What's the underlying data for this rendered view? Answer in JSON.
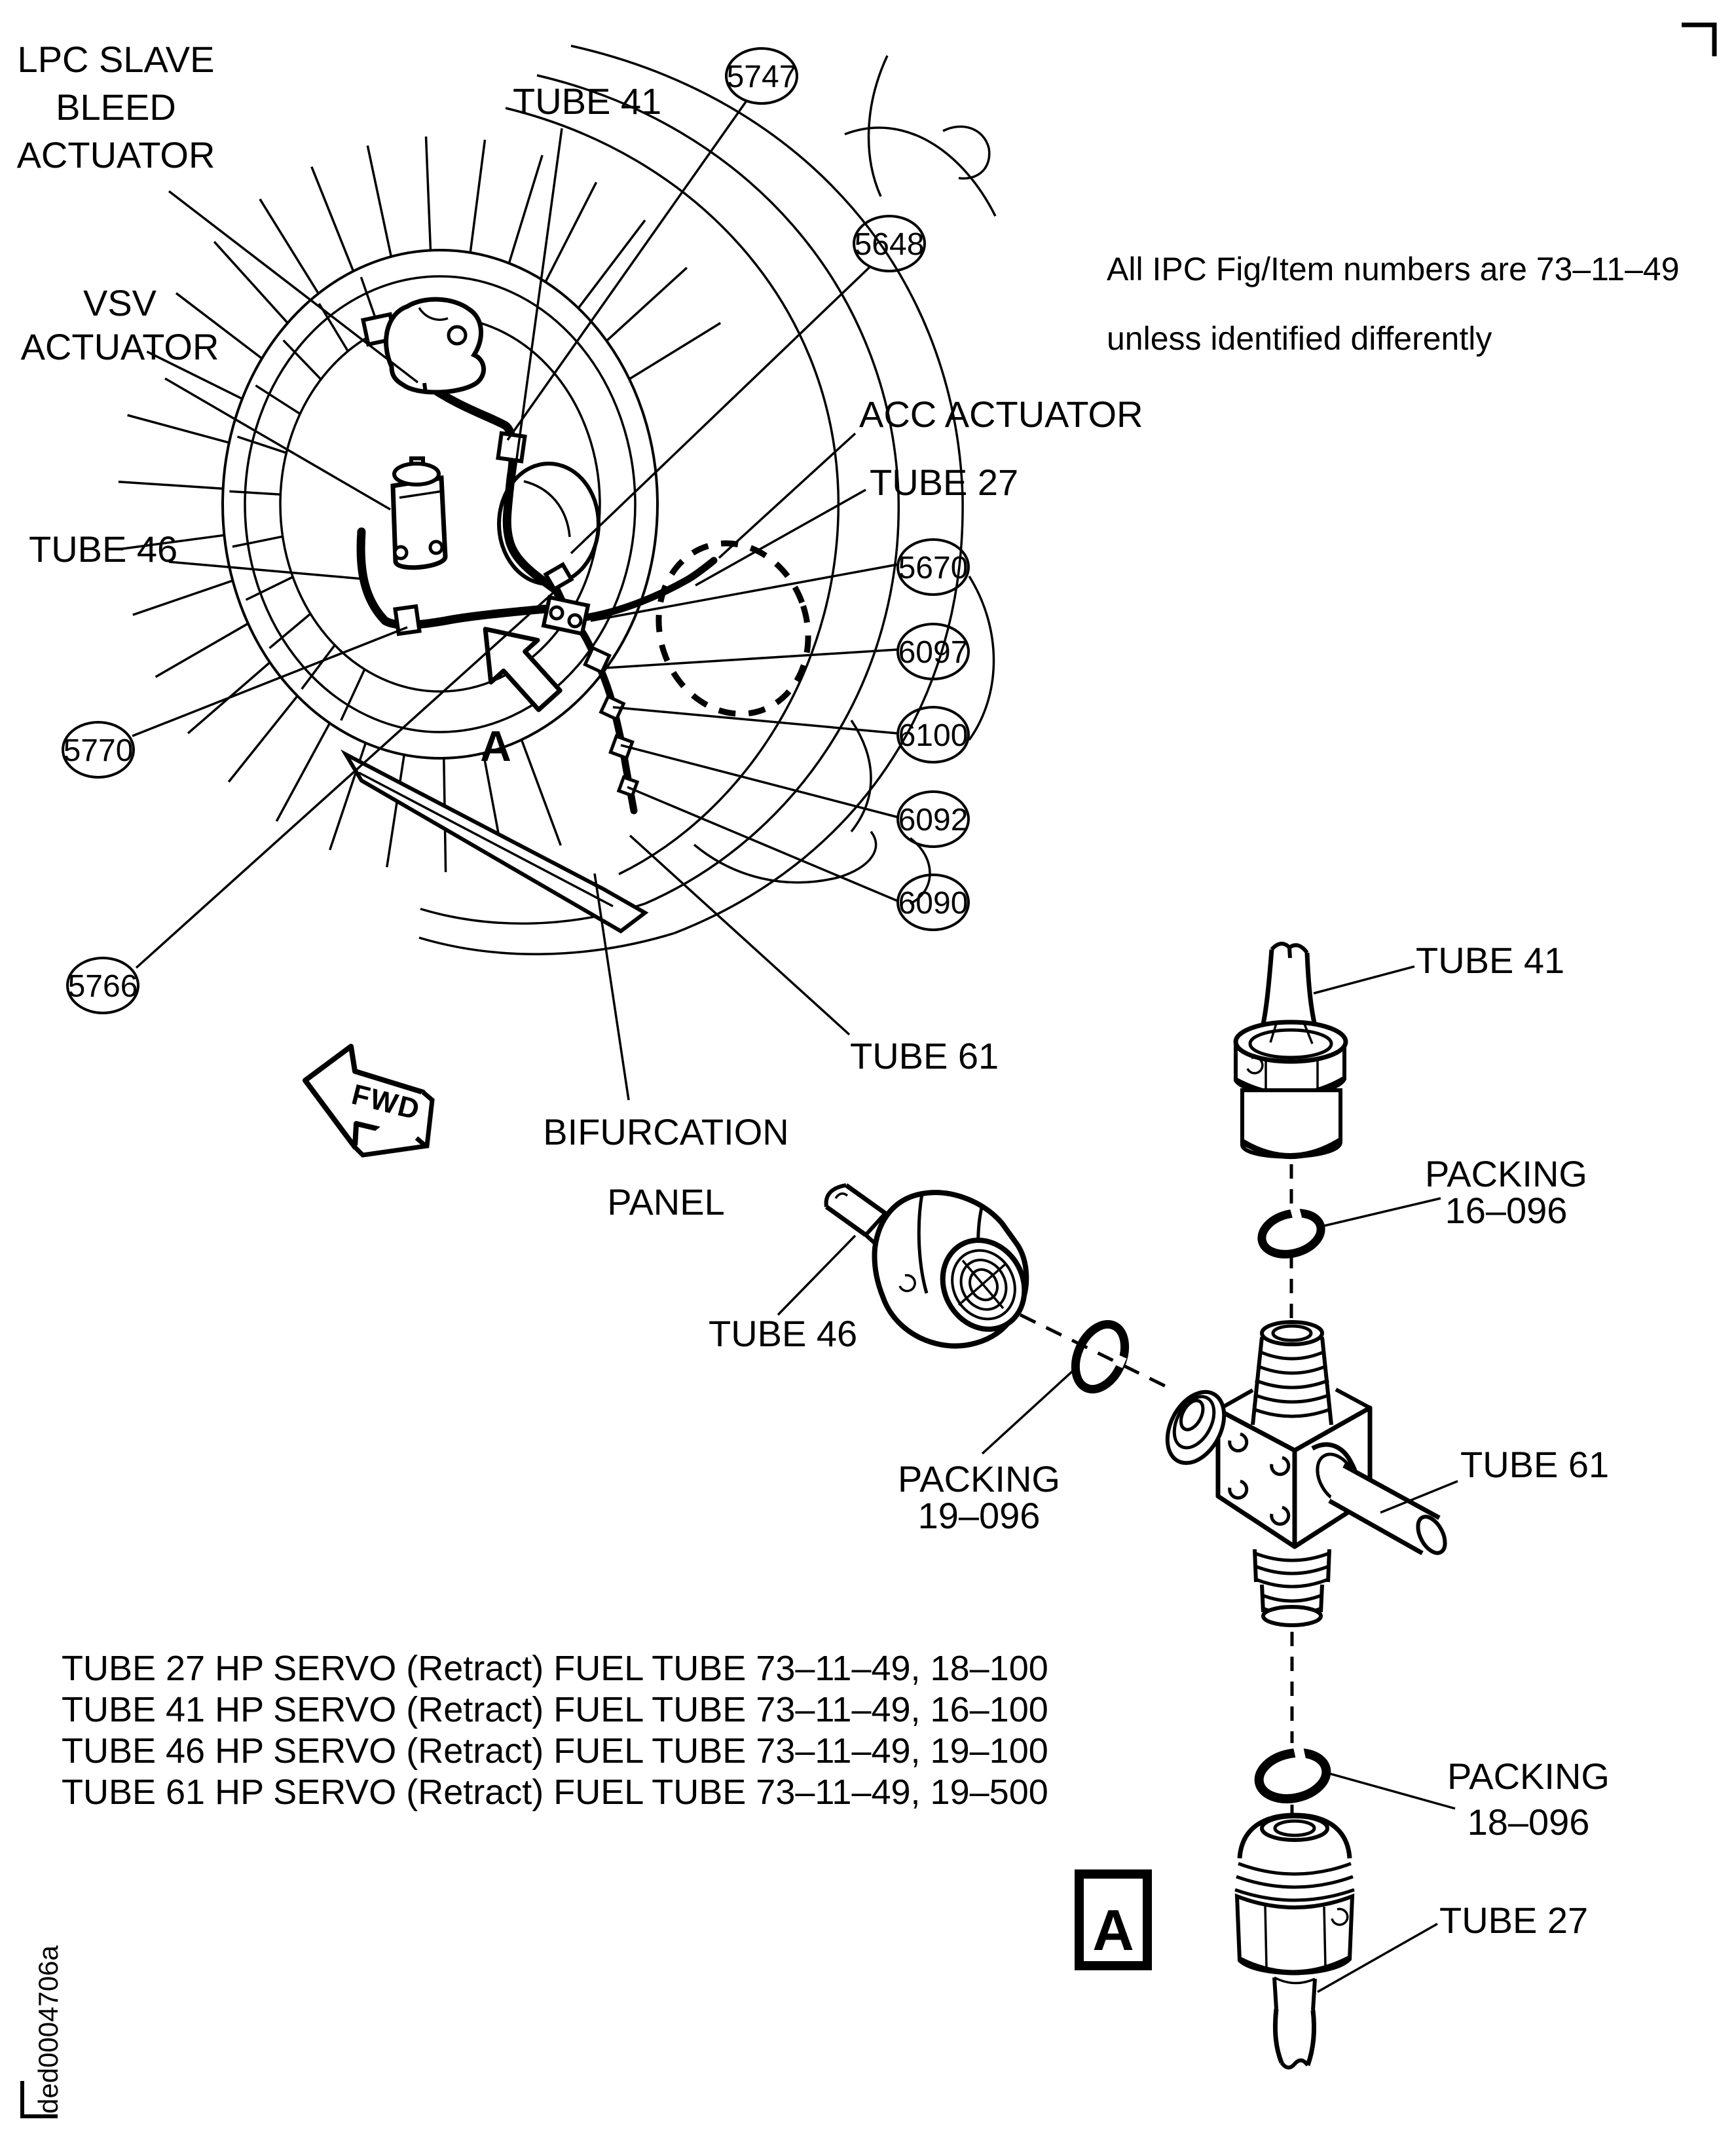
{
  "note": {
    "line1": "All IPC Fig/Item numbers are 73–11–49",
    "line2": "unless identified differently"
  },
  "main_view": {
    "labels": {
      "lpc_line1": "LPC SLAVE",
      "lpc_line2": "BLEED",
      "lpc_line3": "ACTUATOR",
      "vsv_line1": "VSV",
      "vsv_line2": "ACTUATOR",
      "tube46": "TUBE 46",
      "tube41": "TUBE 41",
      "acc": "ACC ACTUATOR",
      "tube27": "TUBE 27",
      "tube61": "TUBE 61",
      "bifurcation_line1": "BIFURCATION",
      "bifurcation_line2": "PANEL",
      "view_letter": "A",
      "fwd": "FWD"
    },
    "balloons": [
      {
        "id": "5747"
      },
      {
        "id": "5648"
      },
      {
        "id": "5670"
      },
      {
        "id": "6097"
      },
      {
        "id": "6100"
      },
      {
        "id": "6092"
      },
      {
        "id": "6090"
      },
      {
        "id": "5770"
      },
      {
        "id": "5766"
      }
    ]
  },
  "detail_view": {
    "marker": "A",
    "labels": {
      "tube41": "TUBE 41",
      "packing16_line1": "PACKING",
      "packing16_line2": "16–096",
      "tube46": "TUBE 46",
      "packing19_line1": "PACKING",
      "packing19_line2": "19–096",
      "tube61": "TUBE 61",
      "packing18_line1": "PACKING",
      "packing18_line2": "18–096",
      "tube27": "TUBE 27"
    }
  },
  "parts_list": [
    "TUBE 27 HP SERVO (Retract) FUEL TUBE 73–11–49, 18–100",
    "TUBE 41 HP SERVO (Retract) FUEL TUBE 73–11–49, 16–100",
    "TUBE 46 HP SERVO (Retract) FUEL TUBE 73–11–49, 19–100",
    "TUBE 61 HP SERVO (Retract) FUEL TUBE 73–11–49, 19–500"
  ],
  "doc_id": "ded0004706a"
}
